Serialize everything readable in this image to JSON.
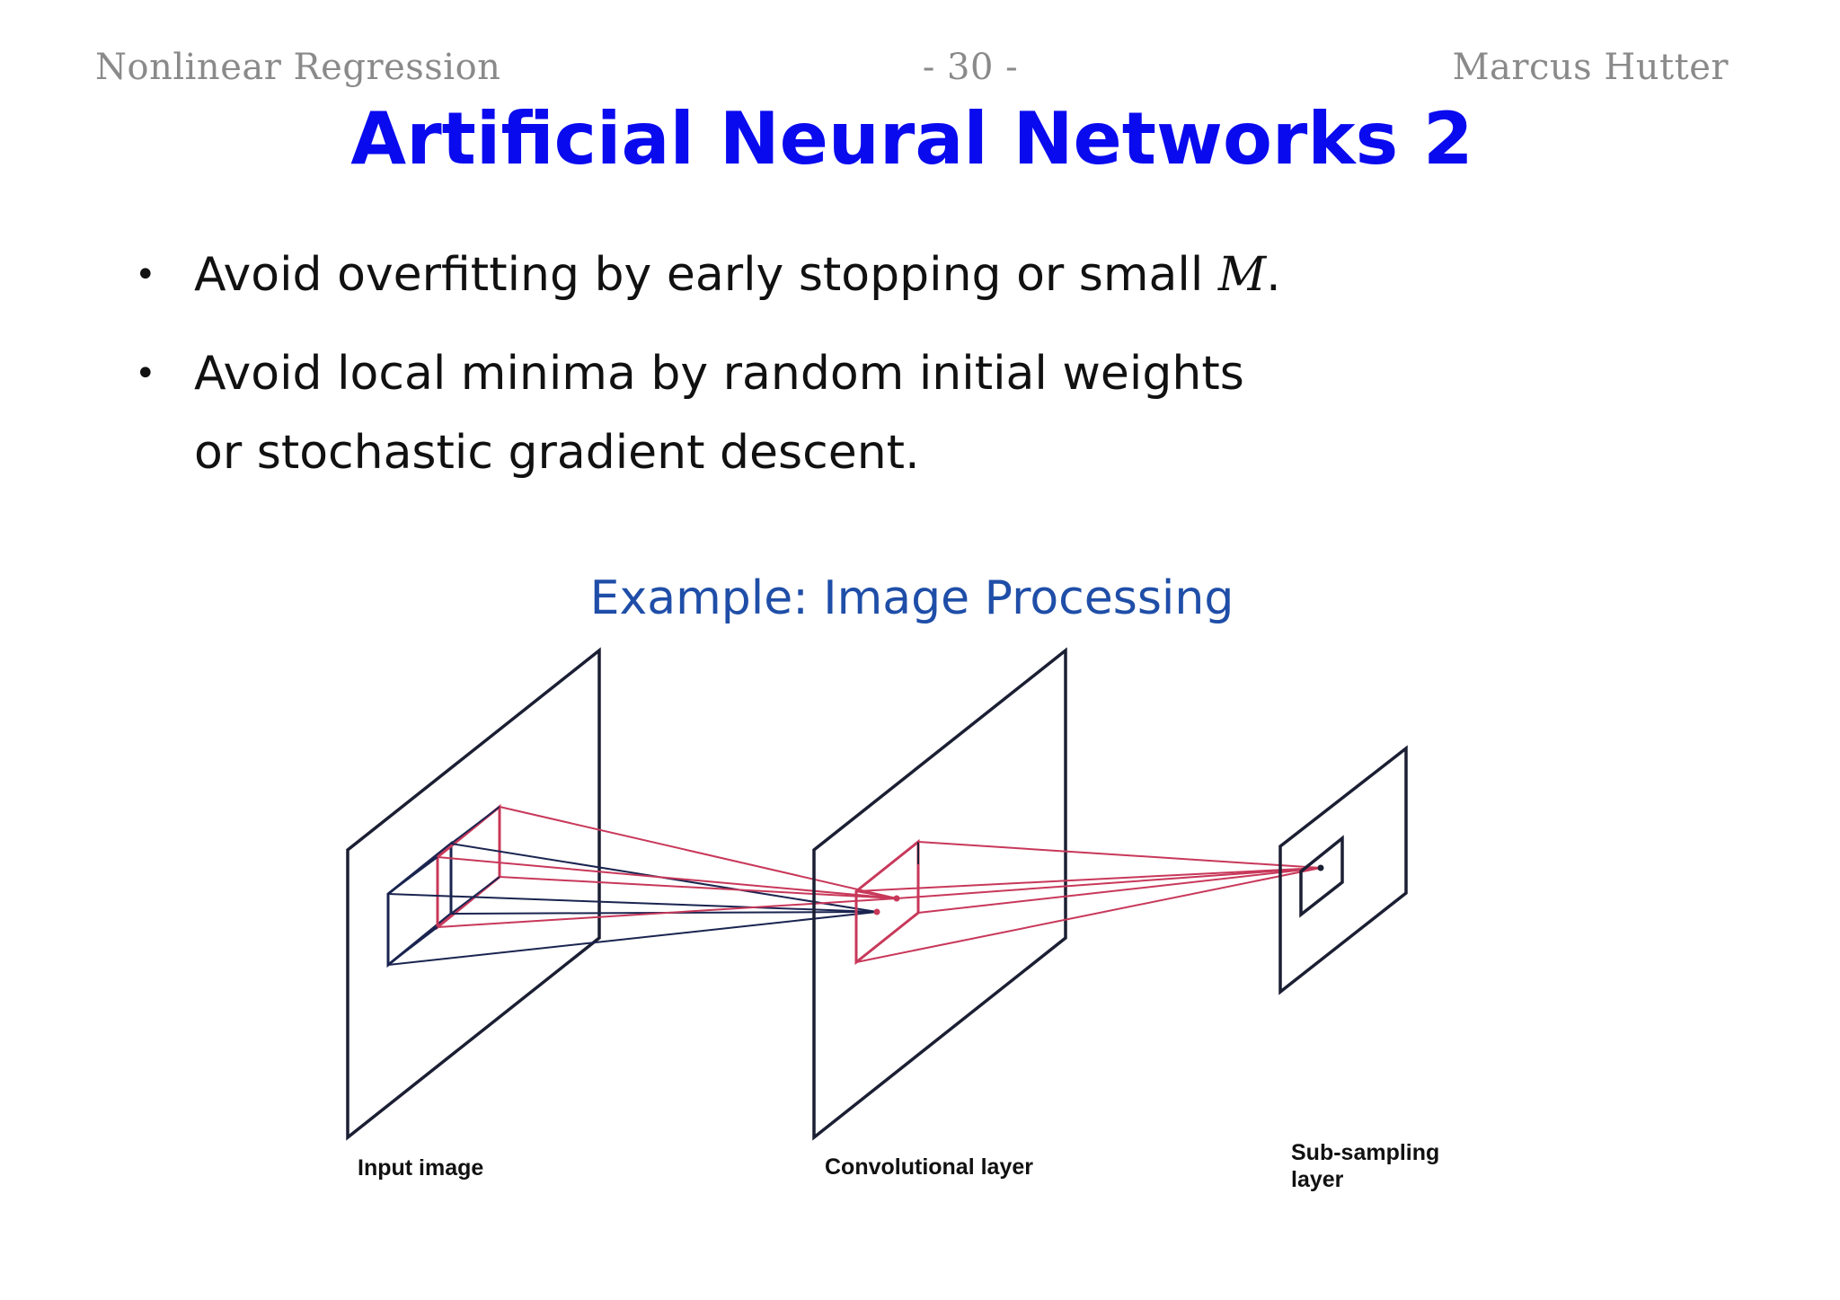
{
  "header": {
    "left": "Nonlinear Regression",
    "center": "- 30 -",
    "right": "Marcus Hutter"
  },
  "title": "Artificial Neural Networks 2",
  "bullets": [
    {
      "marker": "•",
      "line1_pre": "Avoid overfitting by early stopping or small ",
      "math": "M",
      "line1_post": "."
    },
    {
      "marker": "•",
      "line1": "Avoid local minima by random initial weights",
      "line2": "or stochastic gradient descent."
    }
  ],
  "example_heading": "Example: Image Processing",
  "figure": {
    "labels": {
      "input": "Input image",
      "conv": "Convolutional layer",
      "sub_line1": "Sub-sampling",
      "sub_line2": "layer"
    },
    "colors": {
      "frame": "#1b1f33",
      "red": "#c8385a",
      "navy": "#1a2450"
    }
  }
}
